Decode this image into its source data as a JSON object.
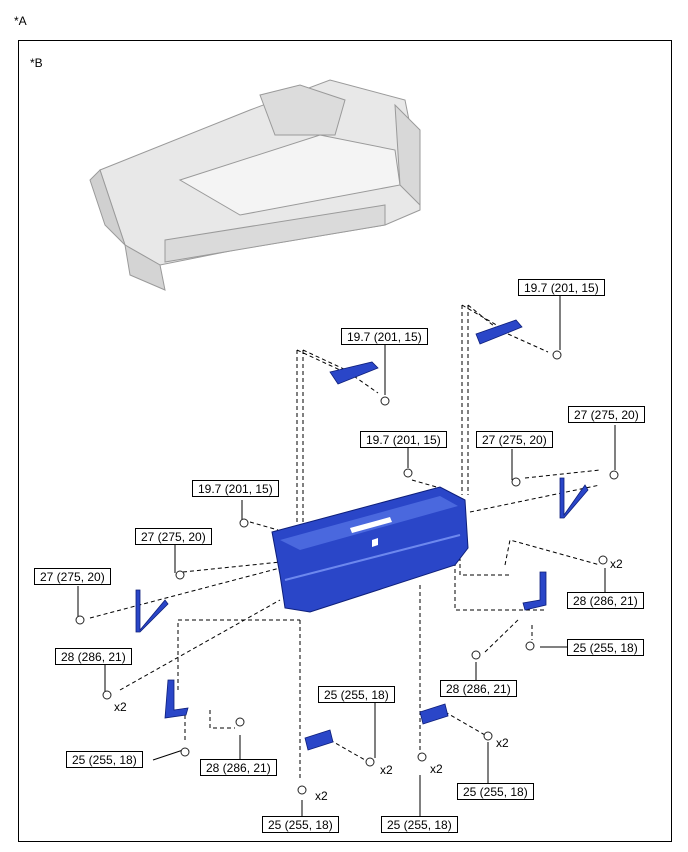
{
  "markers": {
    "a": "*A",
    "b": "*B"
  },
  "labels": [
    "19.7 (201, 15)",
    "19.7 (201, 15)",
    "19.7 (201, 15)",
    "19.7 (201, 15)",
    "27 (275, 20)",
    "27 (275, 20)",
    "27 (275, 20)",
    "27 (275, 20)",
    "28 (286, 21)",
    "28 (286, 21)",
    "28 (286, 21)",
    "28 (286, 21)",
    "25 (255, 18)",
    "25 (255, 18)",
    "25 (255, 18)",
    "25 (255, 18)",
    "25 (255, 18)",
    "25 (255, 18)"
  ],
  "quantities": [
    "x2",
    "x2",
    "x2",
    "x2",
    "x2",
    "x2"
  ],
  "colors": {
    "part_blue": "#2a46c8",
    "part_blue_light": "#5a78e6",
    "line": "#000000",
    "truck_grey": "#e6e6e6"
  }
}
